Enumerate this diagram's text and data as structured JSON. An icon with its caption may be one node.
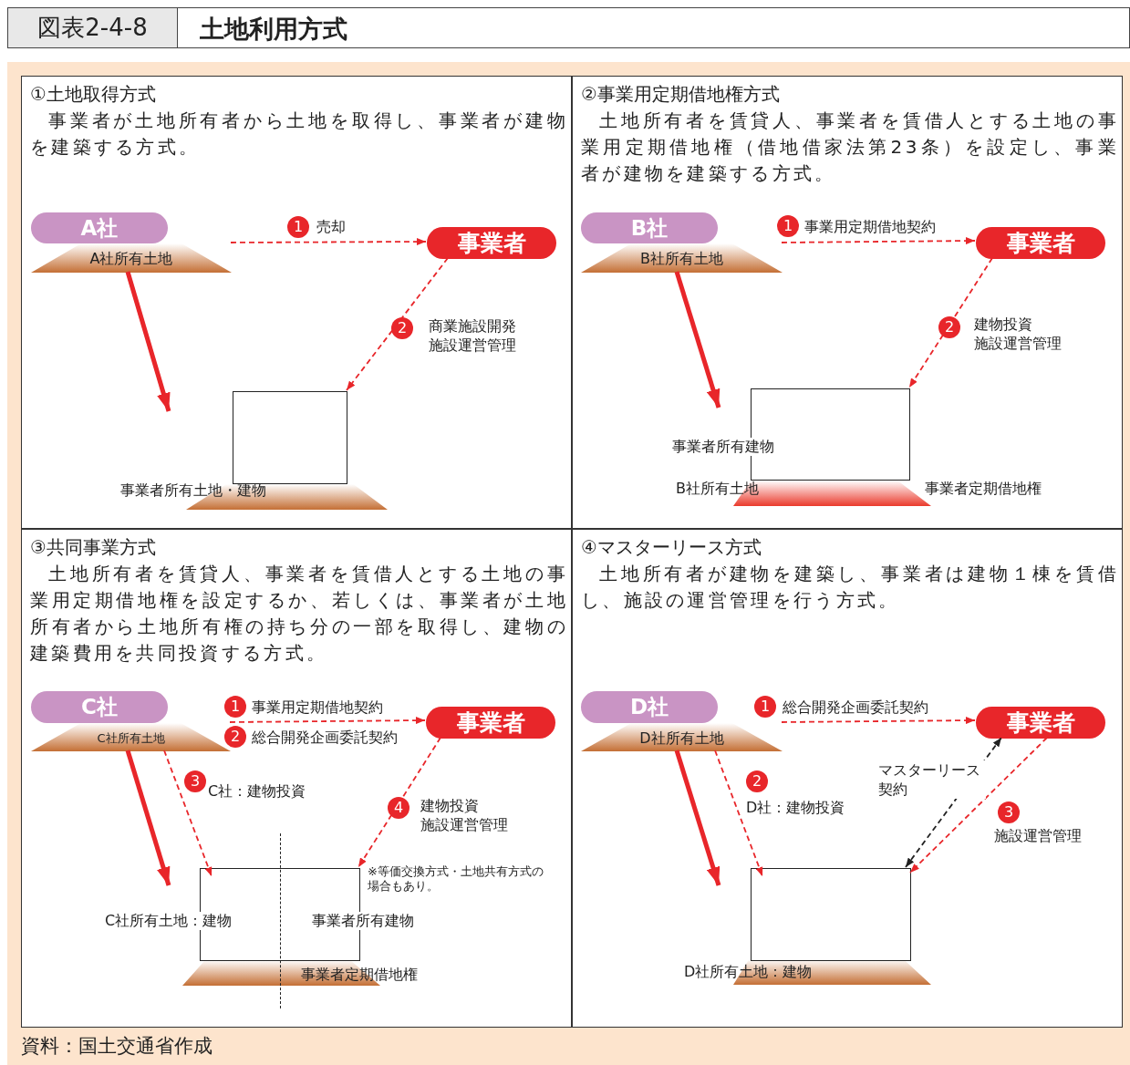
{
  "diagram": {
    "title": "土地利用方式",
    "caption": "資料：国土交通省作成",
    "nodes": [
      {
        "text": [
          "①土地取得方式",
          "事業者が土地所有者から土地を取得し、事業者が建物を建築する方式。"
        ]
      },
      {
        "text": [
          "A社"
        ],
        "in": 0
      },
      {
        "text": [
          "A社所有土地"
        ],
        "in": 0
      },
      {
        "text": [
          "事業者"
        ],
        "in": 0
      },
      {
        "text": [],
        "shape": "box",
        "in": 0
      },
      {
        "text": [
          "事業者所有土地・建物"
        ],
        "in": 0
      },
      {
        "text": [
          "②事業用定期借地権方式",
          "土地所有者を賃貸人、事業者を賃借人とする土地の事業用定期借地権（借地借家法第23条）を設定し、事業者が建物を建築する方式。"
        ]
      },
      {
        "text": [
          "B社"
        ],
        "in": 6
      },
      {
        "text": [
          "B社所有土地"
        ],
        "in": 6
      },
      {
        "text": [
          "事業者"
        ],
        "in": 6
      },
      {
        "text": [
          "事業者所有建物"
        ],
        "in": 6
      },
      {
        "text": [
          "B社所有土地",
          "事業者定期借地権"
        ],
        "in": 6
      },
      {
        "text": [
          "③共同事業方式",
          "土地所有者を賃貸人、事業者を賃借人とする土地の事業用定期借地権を設定するか、若しくは、事業者が土地所有者から土地所有権の持ち分の一部を取得し、建物の建築費用を共同投資する方式。"
        ]
      },
      {
        "text": [
          "C社"
        ],
        "in": 12
      },
      {
        "text": [
          "C社所有土地"
        ],
        "in": 12
      },
      {
        "text": [
          "事業者"
        ],
        "in": 12
      },
      {
        "text": [
          "C社所有土地：建物",
          "事業者所有建物"
        ],
        "in": 12
      },
      {
        "text": [
          "事業者定期借地権"
        ],
        "in": 12
      },
      {
        "text": [
          "④マスターリース方式",
          "土地所有者が建物を建築し、事業者は建物１棟を賃借し、施設の運営管理を行う方式。"
        ]
      },
      {
        "text": [
          "D社"
        ],
        "in": 18
      },
      {
        "text": [
          "D社所有土地"
        ],
        "in": 18
      },
      {
        "text": [
          "事業者"
        ],
        "in": 18
      },
      {
        "text": [],
        "shape": "box",
        "in": 18
      },
      {
        "text": [
          "D社所有土地：建物"
        ],
        "in": 18
      }
    ],
    "edges": [
      {
        "from": 2,
        "to": 3,
        "arrow": "to",
        "style": "dashed",
        "label": "売却"
      },
      {
        "from": 2,
        "to": 4,
        "arrow": "to",
        "style": "thick"
      },
      {
        "from": 3,
        "to": 4,
        "arrow": "to",
        "style": "dashed",
        "label": "商業施設開発施設運営管理"
      },
      {
        "from": 8,
        "to": 9,
        "arrow": "to",
        "style": "dashed",
        "label": "事業用定期借地契約"
      },
      {
        "from": 8,
        "to": 10,
        "arrow": "to",
        "style": "thick"
      },
      {
        "from": 9,
        "to": 10,
        "arrow": "to",
        "style": "dashed",
        "label": "建物投資施設運営管理"
      },
      {
        "from": 14,
        "to": 15,
        "arrow": "to",
        "style": "dashed",
        "label": "事業用定期借地契約"
      },
      {
        "from": 14,
        "to": 16,
        "arrow": "to",
        "style": "dashed",
        "label": "C社：建物投資"
      },
      {
        "from": 15,
        "to": 16,
        "arrow": "to",
        "style": "dashed",
        "label": "建物投資施設運営管理"
      },
      {
        "from": 14,
        "to": 16,
        "arrow": "to",
        "style": "thick"
      },
      {
        "from": 20,
        "to": 21,
        "arrow": "to",
        "style": "dashed",
        "label": "総合開発企画委託契約"
      },
      {
        "from": 20,
        "to": 22,
        "arrow": "to",
        "style": "dashed",
        "label": "D社：建物投資"
      },
      {
        "from": 21,
        "to": 22,
        "arrow": "to",
        "style": "dashed",
        "label": "施設運営管理"
      },
      {
        "from": 22,
        "to": 21,
        "arrow": "both",
        "style": "dashed",
        "color": "#222222",
        "label": "マスターリース契約"
      },
      {
        "from": 20,
        "to": 22,
        "arrow": "to",
        "style": "thick"
      }
    ],
    "labels": [
      "図表2-4-8",
      "1",
      "2",
      "1",
      "2",
      "1",
      "2",
      "総合開発企画委託契約",
      "3",
      "4",
      "※等価交換方式・土地共有方式の場合もあり。",
      "1",
      "2",
      "3"
    ]
  }
}
